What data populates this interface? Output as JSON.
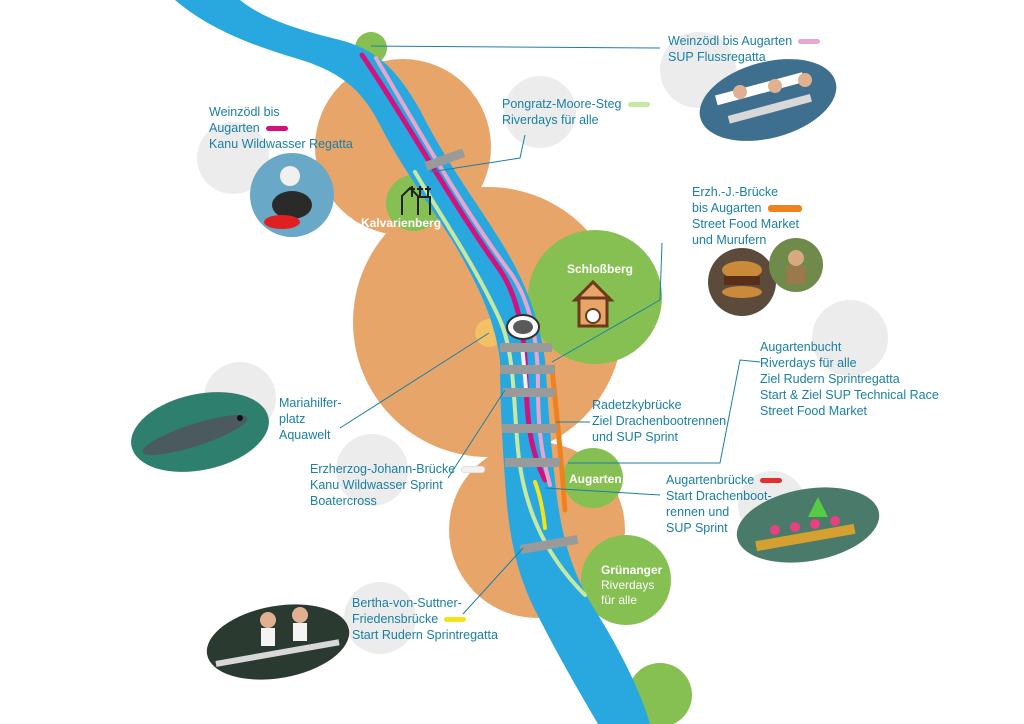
{
  "map": {
    "colors": {
      "river": "#29a8e0",
      "orange_zone": "#e8a56a",
      "green_zone": "#86bf52",
      "label_text": "#1a7fa6",
      "line_magenta": "#d4127f",
      "line_pink": "#e8a6cf",
      "line_lightgreen": "#c6e8a0",
      "line_orange": "#f0821e",
      "line_red": "#e03030",
      "line_yellow": "#f2e41a",
      "line_white": "#f2f2f2",
      "bridge_gray": "#9a9a9a"
    },
    "areas": {
      "kalvarienberg": "Kalvarienberg",
      "schlossberg": "Schloßberg",
      "augarten": "Augarten",
      "gruenanger_title": "Grünanger",
      "gruenanger_sub1": "Riverdays",
      "gruenanger_sub2": "für alle"
    },
    "labels": {
      "weinzoedl_sup": [
        "Weinzödl bis Augarten",
        "SUP Flussregatta"
      ],
      "weinzoedl_kanu": [
        "Weinzödl bis",
        "Augarten",
        "Kanu Wildwasser Regatta"
      ],
      "pongratz": [
        "Pongratz-Moore-Steg",
        "Riverdays für alle"
      ],
      "erzh_j": [
        "Erzh.-J.-Brücke",
        "bis Augarten",
        "Street Food Market",
        "und Murufern"
      ],
      "augartenbucht": [
        "Augartenbucht",
        "Riverdays für alle",
        "Ziel Rudern Sprintregatta",
        "Start & Ziel SUP Technical Race",
        "Street Food Market"
      ],
      "mariahilfer": [
        "Mariahilfer-",
        "platz",
        "Aquawelt"
      ],
      "radetzky": [
        "Radetzkybrücke",
        "Ziel Drachenbootrennen",
        "und SUP Sprint"
      ],
      "erzherzog": [
        "Erzherzog-Johann-Brücke",
        "Kanu Wildwasser Sprint",
        "Boatercross"
      ],
      "augartenbruecke": [
        "Augartenbrücke",
        "Start Drachenboot-",
        "rennen und",
        "SUP Sprint"
      ],
      "bertha": [
        "Bertha-von-Suttner-",
        "Friedensbrücke",
        "Start Rudern Sprintregatta"
      ]
    },
    "icons": {
      "church": "church-icon",
      "castle": "clock-tower-icon",
      "island": "mur-island-icon"
    }
  }
}
